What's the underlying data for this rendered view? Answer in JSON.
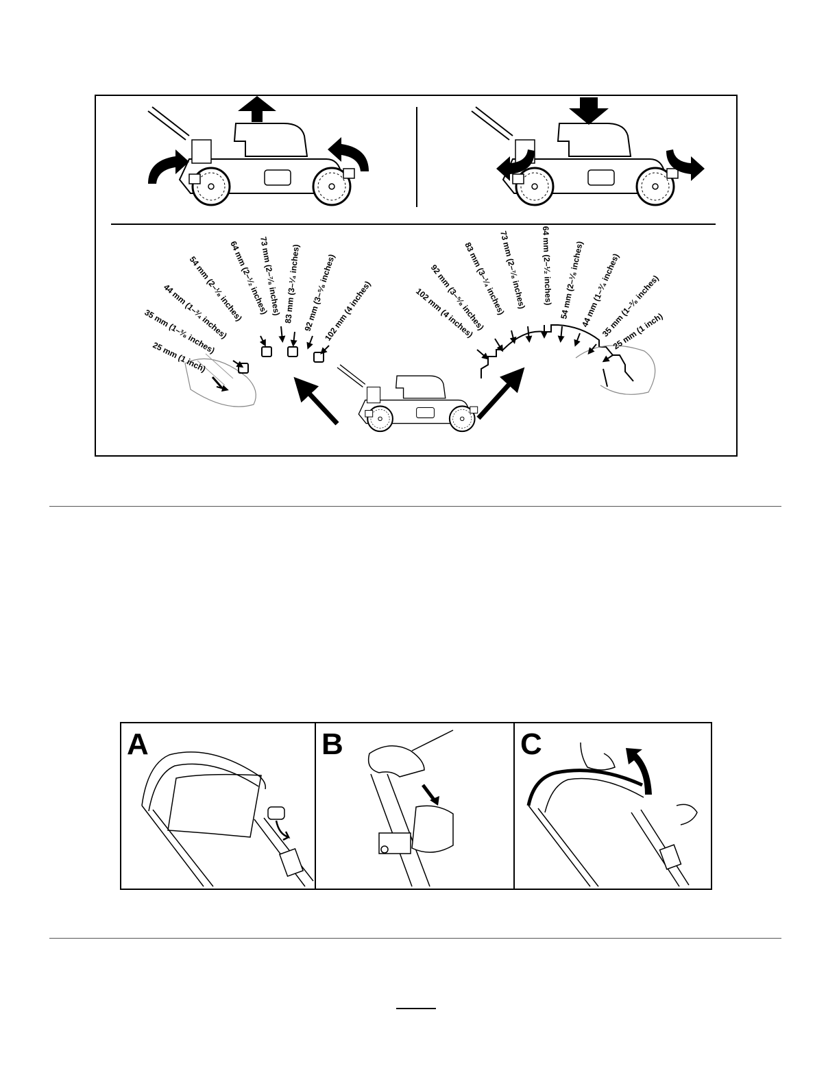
{
  "figure_height": {
    "left_settings": [
      "25 mm (1 inch)",
      "35 mm (1–³⁄₈ inches)",
      "44 mm (1–³⁄₄ inches)",
      "54 mm (2–¹⁄₈ inches)",
      "64 mm (2–¹⁄₂ inches)",
      "73 mm (2–⁷⁄₈ inches)",
      "83 mm (3–¹⁄₄ inches)",
      "92 mm (3–⁵⁄₈ inches)",
      "102 mm (4 inches)"
    ],
    "right_settings": [
      "102 mm (4 inches)",
      "92 mm (3–⁵⁄₈ inches)",
      "83 mm (3–¹⁄₄ inches)",
      "73 mm (2–⁷⁄₈ inches)",
      "64 mm (2–¹⁄₂ inches)",
      "54 mm (2–¹⁄₈ inches)",
      "44 mm (1–³⁄₄ inches)",
      "35 mm (1–³⁄₈ inches)",
      "25 mm (1 inch)"
    ]
  },
  "figure_handle": {
    "panels": [
      {
        "letter": "A"
      },
      {
        "letter": "B"
      },
      {
        "letter": "C"
      }
    ]
  }
}
